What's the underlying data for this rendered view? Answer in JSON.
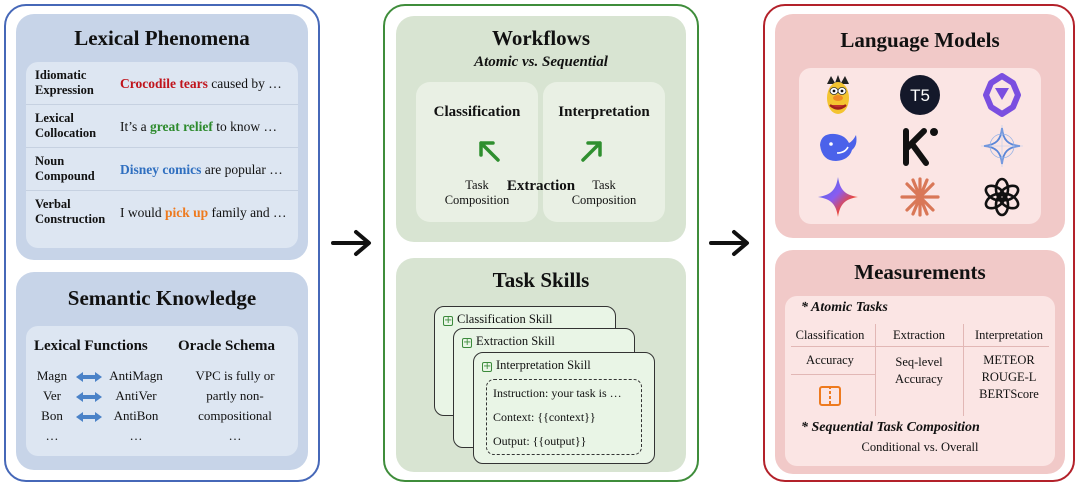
{
  "lexical_phenomena": {
    "title": "Lexical Phenomena",
    "rows": [
      {
        "term": "Idiomatic Expression",
        "highlight": "Crocodile tears",
        "rest": " caused by …",
        "color": "#c0141c"
      },
      {
        "term": "Lexical Collocation",
        "pre": "It’s a ",
        "highlight": "great relief",
        "rest": " to know …",
        "color": "#2e8b2e"
      },
      {
        "term": "Noun Compound",
        "highlight": "Disney comics",
        "rest": " are popular …",
        "color": "#2f6fc0"
      },
      {
        "term": "Verbal Construction",
        "pre": "I would ",
        "highlight": "pick up",
        "rest": " family and …",
        "color": "#ee7a1e"
      }
    ]
  },
  "semantic_knowledge": {
    "title": "Semantic Knowledge",
    "lexical_functions": {
      "heading": "Lexical Functions",
      "pairs": [
        {
          "left": "Magn",
          "right": "AntiMagn"
        },
        {
          "left": "Ver",
          "right": "AntiVer"
        },
        {
          "left": "Bon",
          "right": "AntiBon"
        },
        {
          "left": "…",
          "right": "…"
        }
      ]
    },
    "oracle_schema": {
      "heading": "Oracle Schema",
      "lines": [
        "VPC is fully or",
        "partly non-",
        "compositional",
        "…"
      ]
    }
  },
  "workflows": {
    "title": "Workflows",
    "subtitle": "Atomic vs. Sequential",
    "left_task": "Classification",
    "right_task": "Interpretation",
    "center_task": "Extraction",
    "composition_label": [
      "Task",
      "Composition"
    ]
  },
  "task_skills": {
    "title": "Task Skills",
    "cards": [
      "Classification Skill",
      "Extraction Skill",
      "Interpretation Skill"
    ],
    "instruction": "Instruction: your task is …",
    "context": "Context: {{context}}",
    "output": "Output: {{output}}"
  },
  "language_models": {
    "title": "Language Models",
    "logos": [
      "bert-icon",
      "t5-icon",
      "qwen-icon",
      "deepseek-icon",
      "kimi-icon",
      "llama-icon",
      "gemini-icon",
      "claude-icon",
      "openai-icon"
    ],
    "t5_label": "T5"
  },
  "measurements": {
    "title": "Measurements",
    "atomic_heading": "* Atomic Tasks",
    "columns": [
      {
        "header": "Classification",
        "metrics": [
          "Accuracy"
        ]
      },
      {
        "header": "Extraction",
        "metrics": [
          "Seq-level",
          "Accuracy"
        ]
      },
      {
        "header": "Interpretation",
        "metrics": [
          "METEOR",
          "ROUGE-L",
          "BERTScore"
        ]
      }
    ],
    "sequential_heading": "* Sequential Task Composition",
    "sequential_note": "Conditional vs. Overall"
  },
  "colors": {
    "blue_border": "#4668b8",
    "green_border": "#3f8d3b",
    "red_border": "#b3212a",
    "green_arrow": "#2f8f2f"
  }
}
